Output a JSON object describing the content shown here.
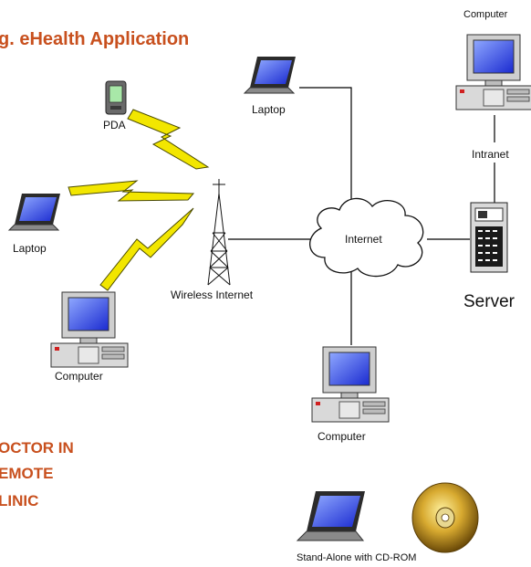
{
  "title": "g. eHealth Application",
  "labels": {
    "pda": "PDA",
    "laptop_top": "Laptop",
    "laptop_left": "Laptop",
    "computer_left": "Computer",
    "computer_bottom": "Computer",
    "computer_top_right": "Computer",
    "wireless": "Wireless Internet",
    "internet": "Internet",
    "intranet": "Intranet",
    "server": "Server",
    "standalone": "Stand-Alone with CD-ROM"
  },
  "side_text": [
    "OCTOR IN",
    "EMOTE",
    "LINIC"
  ],
  "colors": {
    "title": "#c8501e",
    "lightning": "#f2e600",
    "screen": "#2233dd",
    "case": "#d6d6d6",
    "cd": "#c89a1e"
  }
}
